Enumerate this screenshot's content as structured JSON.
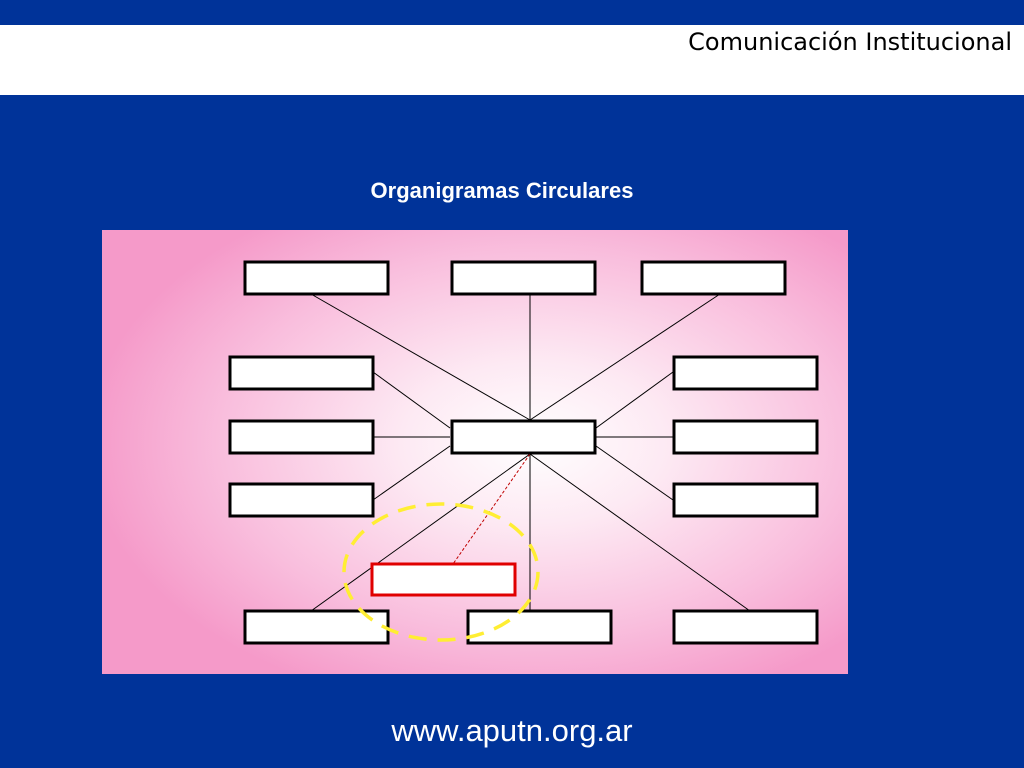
{
  "header": {
    "title": "Comunicación Institucional"
  },
  "diagram": {
    "title": "Organigramas Circulares",
    "colors": {
      "background": "#003399",
      "panel": "#f59ac9",
      "box_fill": "#ffffff",
      "box_border": "#000000",
      "highlight_border": "#e00000",
      "highlight_ring": "#ffee33",
      "connector": "#000000",
      "dotted_connector": "#c00000"
    }
  },
  "footer": {
    "url": "www.aputn.org.ar"
  }
}
